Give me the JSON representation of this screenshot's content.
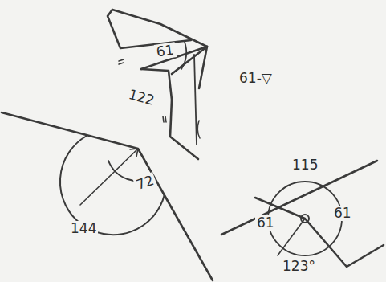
{
  "diagram": {
    "labels": [
      "61",
      "122",
      "61-▽",
      "72",
      "144",
      "115",
      "61",
      "61",
      "123°"
    ]
  }
}
